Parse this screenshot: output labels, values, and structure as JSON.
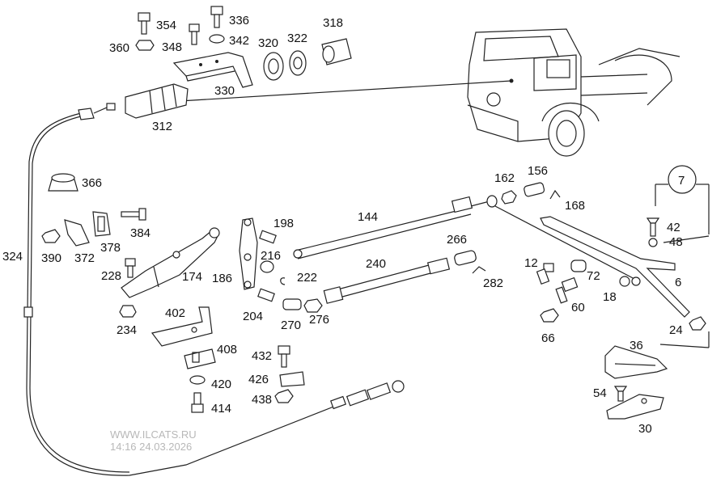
{
  "diagram": {
    "callouts": [
      "354",
      "336",
      "360",
      "348",
      "342",
      "320",
      "322",
      "318",
      "330",
      "312",
      "366",
      "324",
      "384",
      "390",
      "372",
      "378",
      "198",
      "144",
      "162",
      "156",
      "168",
      "7",
      "42",
      "48",
      "228",
      "174",
      "186",
      "216",
      "222",
      "266",
      "240",
      "12",
      "72",
      "6",
      "282",
      "234",
      "402",
      "204",
      "270",
      "276",
      "18",
      "60",
      "24",
      "66",
      "408",
      "432",
      "420",
      "426",
      "414",
      "438",
      "36",
      "54",
      "30"
    ]
  },
  "watermark": {
    "site": "WWW.ILCATS.RU",
    "timestamp": "14:16 24.03.2026"
  }
}
